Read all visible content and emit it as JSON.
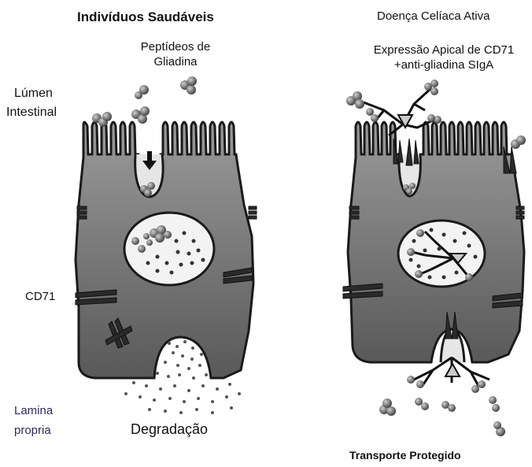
{
  "left_panel": {
    "title": "Indivíduos Saudáveis",
    "peptide_label_line1": "Peptídeos de",
    "peptide_label_line2": "Gliadina",
    "lumen_label_line1": "Lúmen",
    "lumen_label_line2": "Intestinal",
    "cd71_label": "CD71",
    "lamina_label_line1": "Lamina",
    "lamina_label_line2": "propria",
    "bottom_label": "Degradação"
  },
  "right_panel": {
    "title": "Doença Celíaca Ativa",
    "expression_line1": "Expressão Apical de CD71",
    "expression_line2": "+anti-gliadina SIgA",
    "bottom_label": "Transporte Protegido"
  },
  "colors": {
    "cell_fill_top": "#8e8e8e",
    "cell_fill_bottom": "#5f5f5f",
    "outline": "#1a1a1a",
    "nucleus": "#f2f2f2",
    "receptor": "#2a2a2a"
  }
}
